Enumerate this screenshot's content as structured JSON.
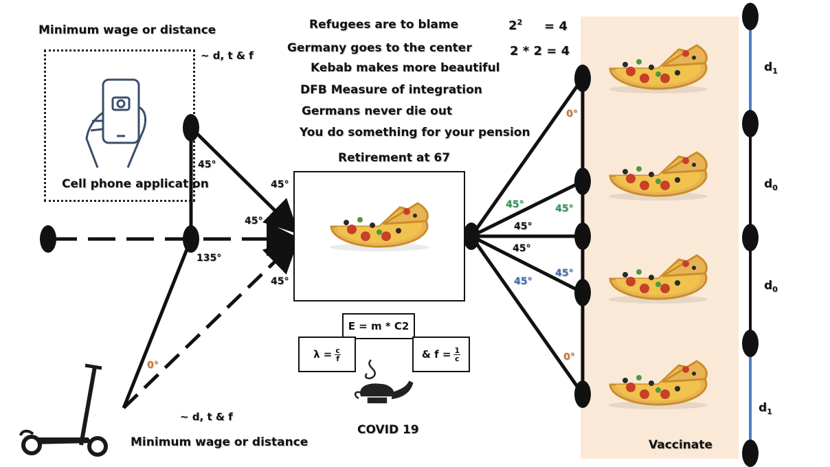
{
  "labels": {
    "min_wage_top": "Minimum wage or distance",
    "dtf_top": "~ d, t & f",
    "cell_phone_app": "Cell phone application",
    "dtf_bottom": "~ d, t & f",
    "min_wage_bottom": "Minimum wage or distance",
    "retirement": "Retirement at 67",
    "covid": "COVID 19",
    "vaccinate": "Vaccinate"
  },
  "statements": [
    "Refugees are to blame",
    "Germany goes to the center",
    "Kebab makes more beautiful",
    "DFB Measure of integration",
    "Germans never die out",
    "You do something for your pension"
  ],
  "math": {
    "power_base": "2",
    "power_exp": "2",
    "power_result": "= 4",
    "product": "2 * 2 = 4"
  },
  "formulas": {
    "energy": "E = m * C2",
    "lambda_prefix": "λ =",
    "lambda_num": "c",
    "lambda_den": "f",
    "f_prefix": "& f =",
    "f_num": "1",
    "f_den": "c"
  },
  "angles": {
    "a_left_top": "45°",
    "a_box_top": "45°",
    "a_mid": "45°",
    "a_box_bottom": "45°",
    "a_135": "135°",
    "a_zero_scooter": "0°",
    "r_zero_top": "0°",
    "r_green_left": "45°",
    "r_green_right": "45°",
    "r_black_upper": "45°",
    "r_black_lower": "45°",
    "r_blue_left": "45°",
    "r_blue_right": "45°",
    "r_zero_bottom": "0°"
  },
  "distances": {
    "d1_top": {
      "base": "d",
      "sub": "1"
    },
    "d0_upper": {
      "base": "d",
      "sub": "0"
    },
    "d0_lower": {
      "base": "d",
      "sub": "0"
    },
    "d1_bottom": {
      "base": "d",
      "sub": "1"
    }
  },
  "colors": {
    "orange": "#c8783a",
    "green": "#2e9a58",
    "blue": "#3d6db3",
    "pizza_panel": "#fbe9d7",
    "line_blue": "#4a7fc8"
  },
  "icons": [
    "smartphone-hand-icon",
    "pizza-icon",
    "magic-lamp-icon",
    "e-scooter-icon"
  ]
}
